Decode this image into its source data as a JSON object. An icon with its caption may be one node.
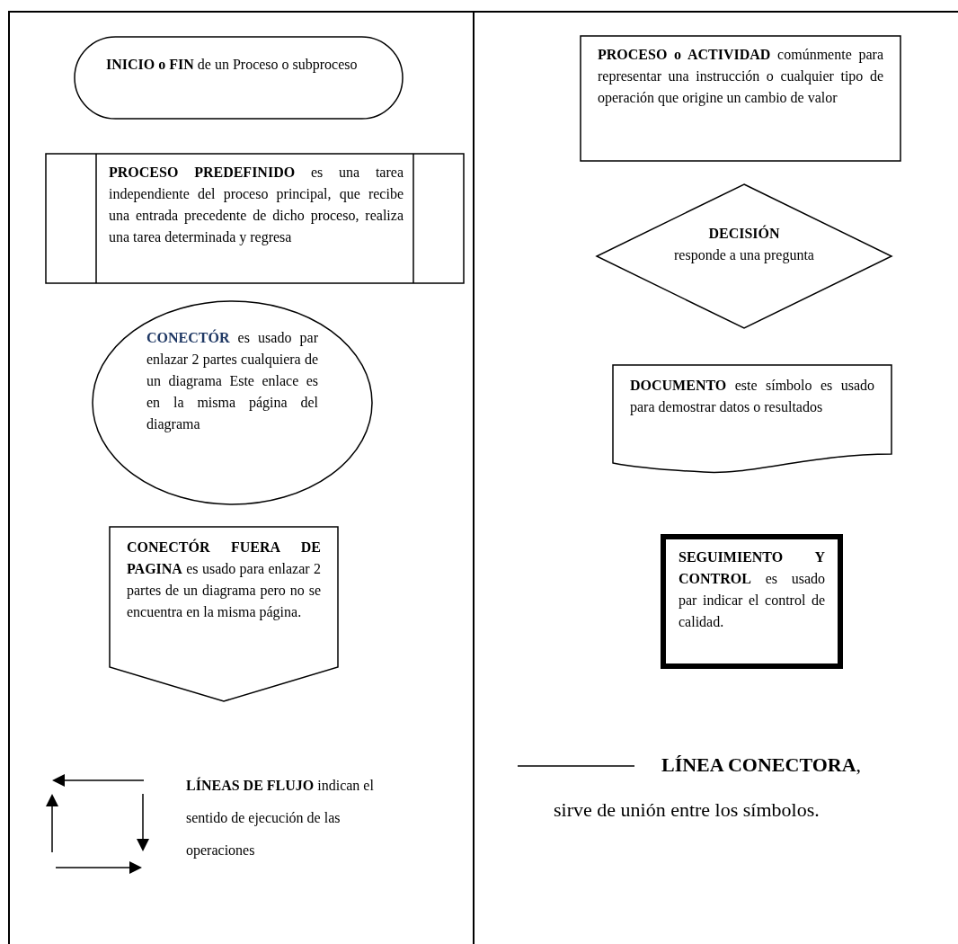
{
  "diagram": {
    "nodes": [
      {
        "text": [
          "**INICIO o FIN** de un Proceso o subproceso"
        ]
      },
      {
        "text": [
          "**PROCESO PREDEFINIDO** es una tarea independiente del proceso principal, que recibe una entrada precedente de dicho proceso, realiza una tarea determinada y regresa"
        ]
      },
      {
        "text": [
          "**CONECTÓR** es usado par enlazar 2 partes cualquiera de un diagrama Este enlace es en la misma página del diagrama"
        ]
      },
      {
        "text": [
          "**CONECTÓR FUERA DE PAGINA** es usado para enlazar 2 partes de un diagrama pero no se encuentra en la misma página."
        ]
      },
      {
        "text": [
          "**PROCESO o ACTIVIDAD** comúnmente para representar una instrucción o cualquier tipo de operación que origine un cambio de valor"
        ]
      },
      {
        "text": [
          "DECISIÓN",
          "responde a una pregunta"
        ]
      },
      {
        "text": [
          "**DOCUMENTO** este símbolo es usado para demostrar datos o resultados"
        ]
      },
      {
        "text": [
          "**SEGUIMIENTO Y CONTROL** es usado par indicar el control de calidad."
        ]
      }
    ],
    "labels": [
      "**LÍNEAS DE FLUJO** indican el sentido de ejecución de las operaciones",
      "**LÍNEA CONECTORA**,",
      "sirve de unión entre los símbolos."
    ]
  }
}
